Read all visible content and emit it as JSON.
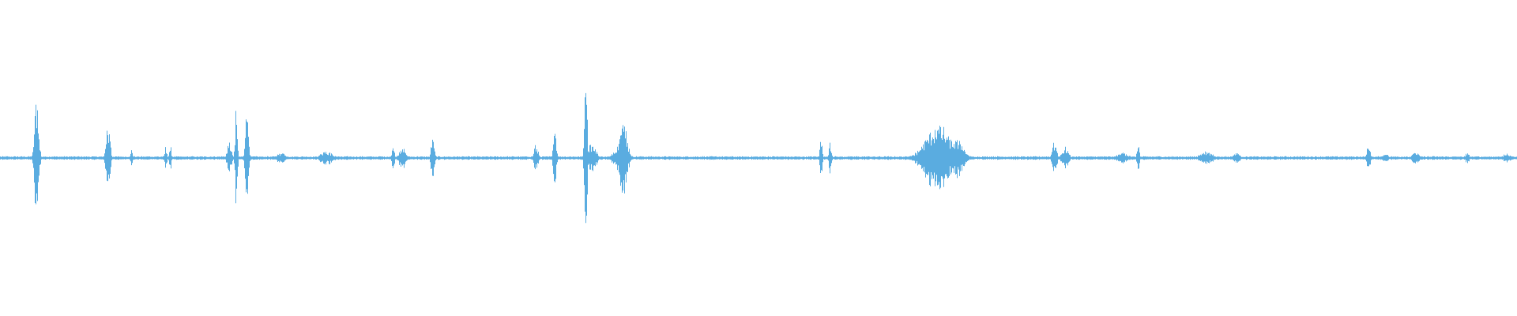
{
  "waveform": {
    "color": "#5aace0",
    "background": "#ffffff",
    "duration_fraction_note": "",
    "bursts": [
      {
        "t": 0.0238,
        "a": 0.45,
        "w": 0.002
      },
      {
        "t": 0.071,
        "a": 0.22,
        "w": 0.002
      },
      {
        "t": 0.0865,
        "a": 0.06,
        "w": 0.001
      },
      {
        "t": 0.109,
        "a": 0.1,
        "w": 0.001
      },
      {
        "t": 0.112,
        "a": 0.1,
        "w": 0.001
      },
      {
        "t": 0.151,
        "a": 0.12,
        "w": 0.002
      },
      {
        "t": 0.1555,
        "a": 0.4,
        "w": 0.001
      },
      {
        "t": 0.1625,
        "a": 0.32,
        "w": 0.0015
      },
      {
        "t": 0.185,
        "a": 0.04,
        "w": 0.004
      },
      {
        "t": 0.215,
        "a": 0.05,
        "w": 0.006
      },
      {
        "t": 0.259,
        "a": 0.12,
        "w": 0.001
      },
      {
        "t": 0.265,
        "a": 0.08,
        "w": 0.003
      },
      {
        "t": 0.285,
        "a": 0.17,
        "w": 0.0015
      },
      {
        "t": 0.353,
        "a": 0.1,
        "w": 0.002
      },
      {
        "t": 0.3655,
        "a": 0.2,
        "w": 0.0015
      },
      {
        "t": 0.386,
        "a": 0.73,
        "w": 0.0012
      },
      {
        "t": 0.39,
        "a": 0.1,
        "w": 0.004
      },
      {
        "t": 0.405,
        "a": 0.05,
        "w": 0.003
      },
      {
        "t": 0.4105,
        "a": 0.25,
        "w": 0.004
      },
      {
        "t": 0.541,
        "a": 0.18,
        "w": 0.001
      },
      {
        "t": 0.547,
        "a": 0.12,
        "w": 0.0012
      },
      {
        "t": 0.618,
        "a": 0.24,
        "w": 0.012
      },
      {
        "t": 0.631,
        "a": 0.14,
        "w": 0.006
      },
      {
        "t": 0.695,
        "a": 0.12,
        "w": 0.002
      },
      {
        "t": 0.702,
        "a": 0.08,
        "w": 0.003
      },
      {
        "t": 0.74,
        "a": 0.04,
        "w": 0.005
      },
      {
        "t": 0.75,
        "a": 0.1,
        "w": 0.0012
      },
      {
        "t": 0.795,
        "a": 0.05,
        "w": 0.006
      },
      {
        "t": 0.815,
        "a": 0.04,
        "w": 0.003
      },
      {
        "t": 0.902,
        "a": 0.11,
        "w": 0.0015
      },
      {
        "t": 0.913,
        "a": 0.03,
        "w": 0.003
      },
      {
        "t": 0.933,
        "a": 0.05,
        "w": 0.003
      },
      {
        "t": 0.967,
        "a": 0.04,
        "w": 0.002
      },
      {
        "t": 0.993,
        "a": 0.04,
        "w": 0.003
      }
    ]
  }
}
